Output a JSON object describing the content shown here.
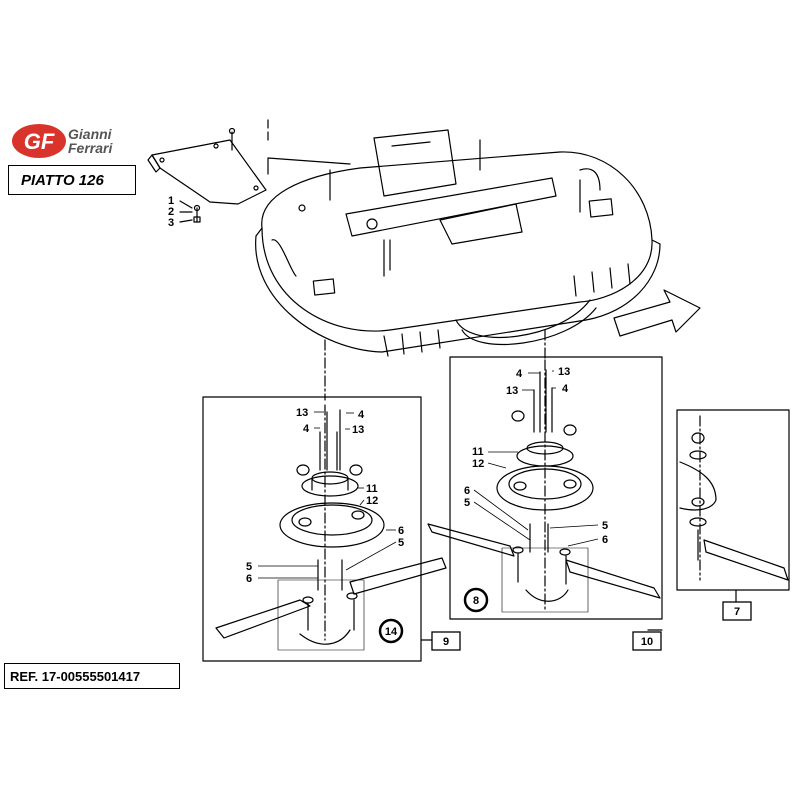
{
  "brand": {
    "logo_letters": "GF",
    "line1": "Gianni",
    "line2": "Ferrari",
    "color": "#d9342b"
  },
  "title_box": "PIATTO 126",
  "reference": "REF. 17-00555501417",
  "callouts": {
    "top": [
      "1",
      "2",
      "3"
    ],
    "left_panel": [
      "13",
      "4",
      "4",
      "13",
      "11",
      "12",
      "6",
      "5",
      "5",
      "6"
    ],
    "middle_panel": [
      "4",
      "13",
      "13",
      "4",
      "11",
      "12",
      "6",
      "5",
      "5",
      "6"
    ]
  },
  "panel_tags": {
    "left": "9",
    "middle": "10",
    "right": "7",
    "circled_left": "14",
    "circled_middle": "8"
  }
}
